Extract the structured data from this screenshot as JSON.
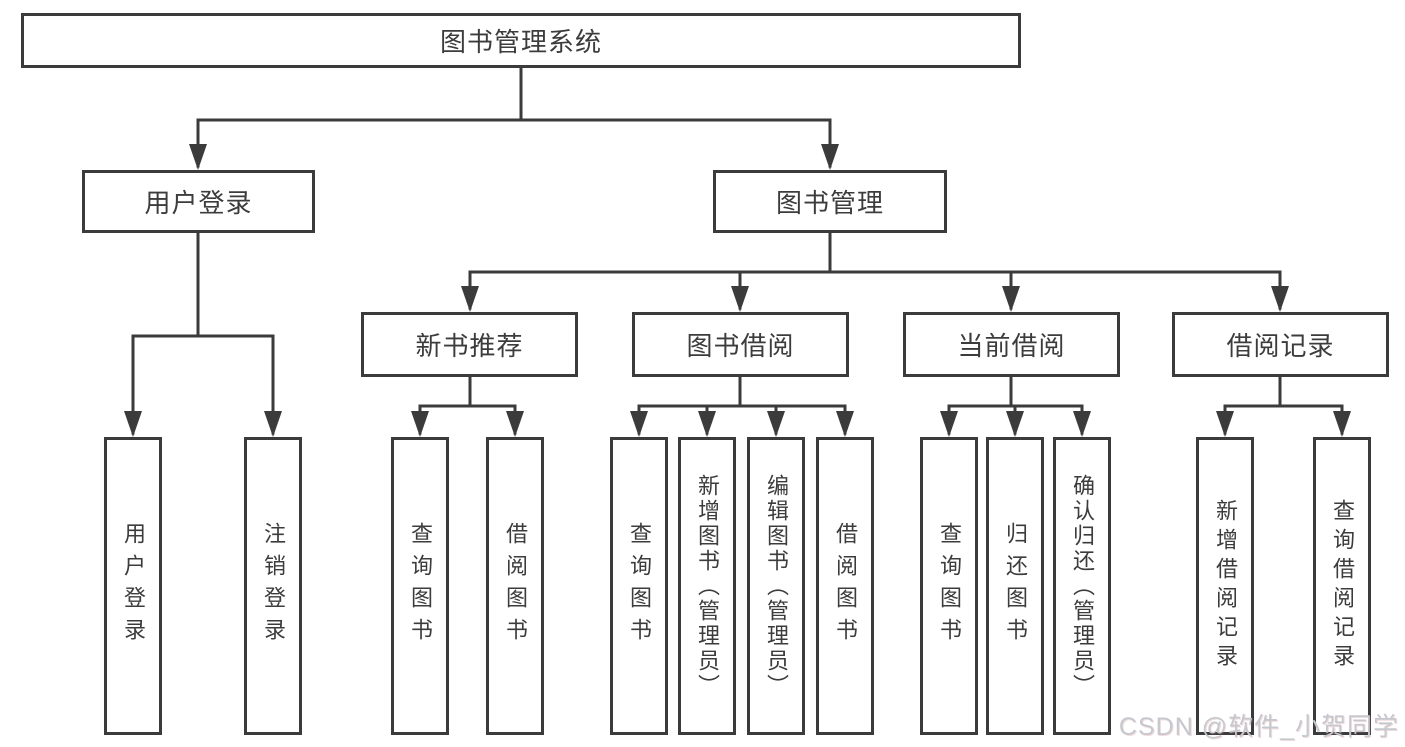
{
  "tree": {
    "label": "图书管理系统",
    "children": [
      {
        "label": "用户登录",
        "children": [
          {
            "label": "用户登录"
          },
          {
            "label": "注销登录"
          }
        ]
      },
      {
        "label": "图书管理",
        "children": [
          {
            "label": "新书推荐",
            "children": [
              {
                "label": "查询图书"
              },
              {
                "label": "借阅图书"
              }
            ]
          },
          {
            "label": "图书借阅",
            "children": [
              {
                "label": "查询图书"
              },
              {
                "label": "新增图书（管理员）"
              },
              {
                "label": "编辑图书（管理员）"
              },
              {
                "label": "借阅图书"
              }
            ]
          },
          {
            "label": "当前借阅",
            "children": [
              {
                "label": "查询图书"
              },
              {
                "label": "归还图书"
              },
              {
                "label": "确认归还（管理员）"
              }
            ]
          },
          {
            "label": "借阅记录",
            "children": [
              {
                "label": "新增借阅记录"
              },
              {
                "label": "查询借阅记录"
              }
            ]
          }
        ]
      }
    ]
  },
  "watermark": {
    "text": "CSDN @软件_小贺同学"
  },
  "colors": {
    "line": "#3b3b3b",
    "box_border": "#3b3b3b",
    "text": "#3c3c3c",
    "watermark": "#c5c9cf",
    "background": "#ffffff"
  }
}
